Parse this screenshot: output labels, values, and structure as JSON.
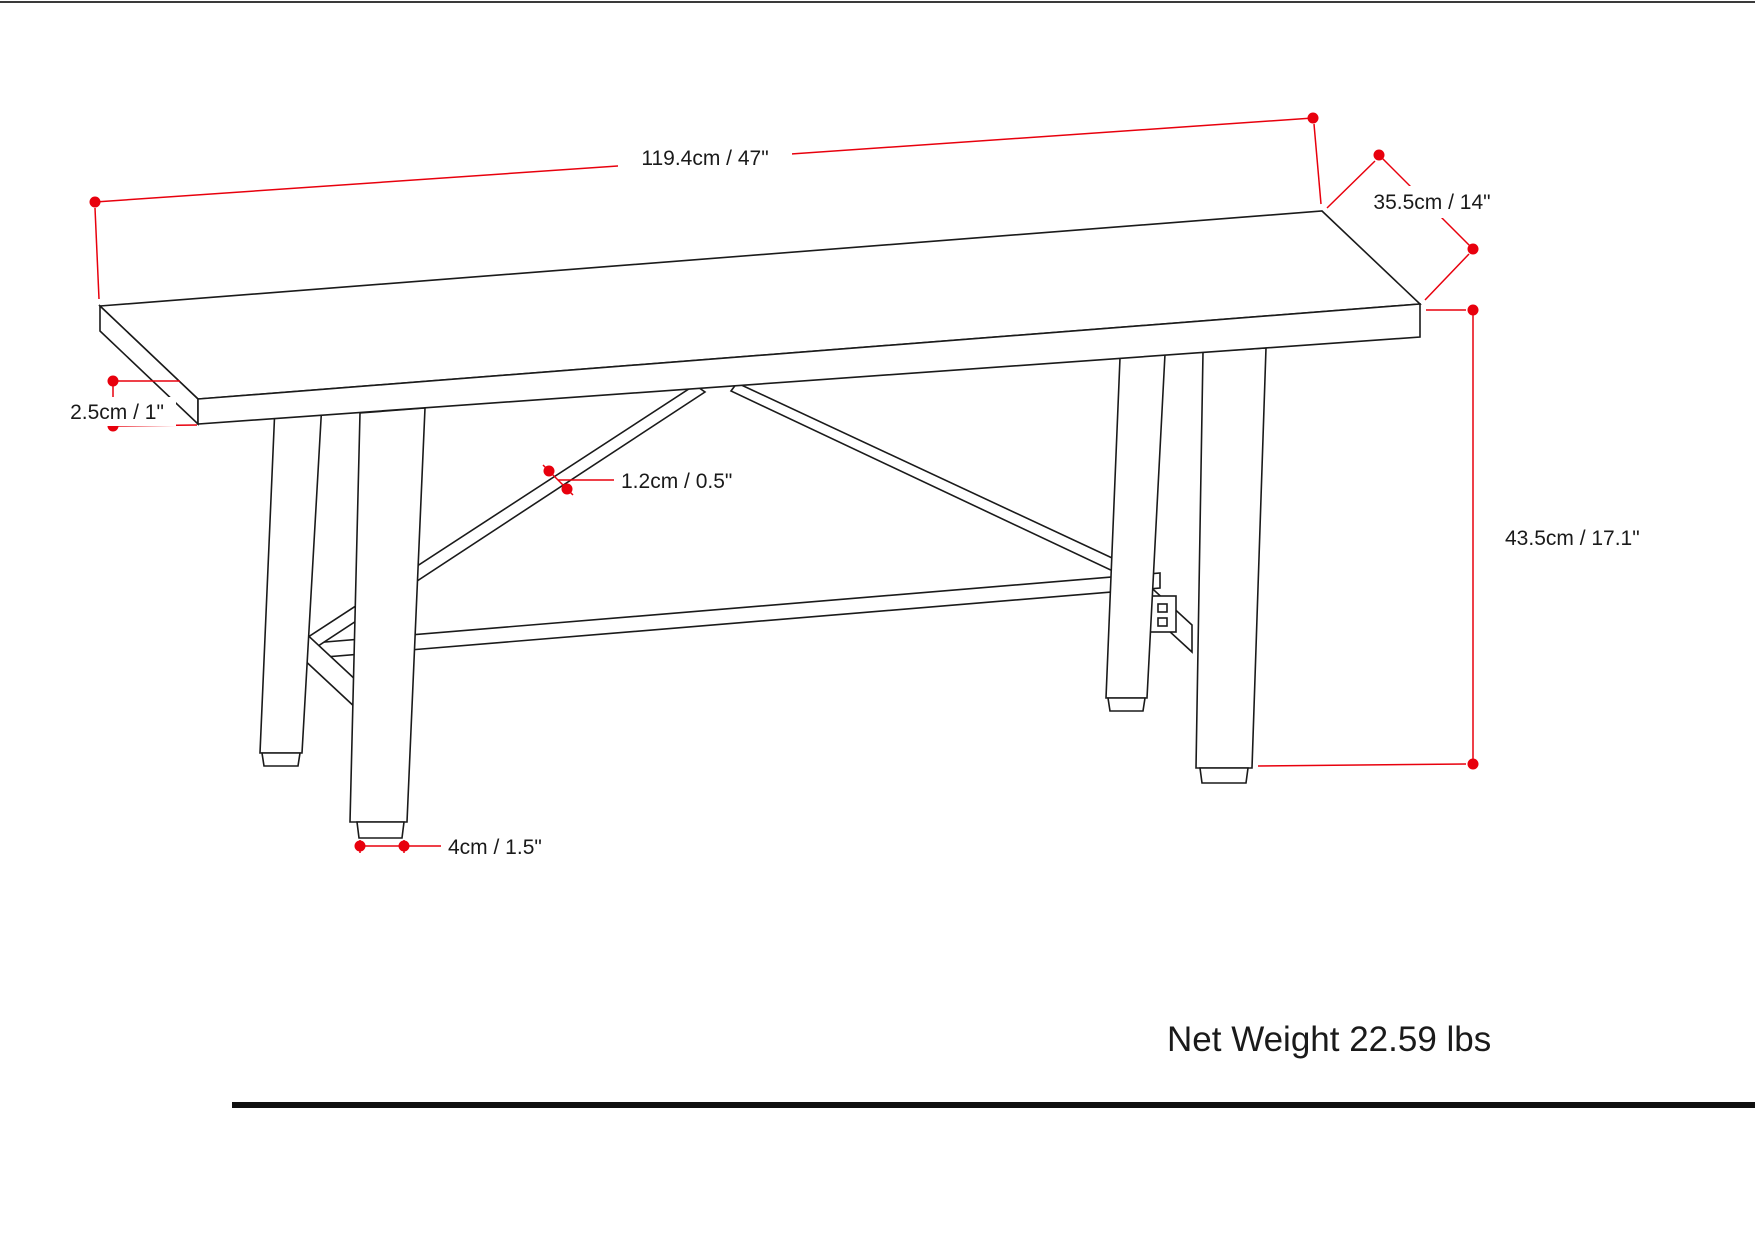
{
  "page": {
    "background": "#ffffff",
    "description": "dimension-diagram-of-trestle-bench"
  },
  "colors": {
    "annotation_red": "#e8000d",
    "line_black": "#1a1a1a"
  },
  "dimensions": {
    "length": "119.4cm / 47\"",
    "depth": "35.5cm / 14\"",
    "seat_thickness": "2.5cm / 1\"",
    "brace_thickness": "1.2cm / 0.5\"",
    "height": "43.5cm / 17.1\"",
    "foot_width": "4cm / 1.5\""
  },
  "net_weight": "Net Weight 22.59 lbs"
}
